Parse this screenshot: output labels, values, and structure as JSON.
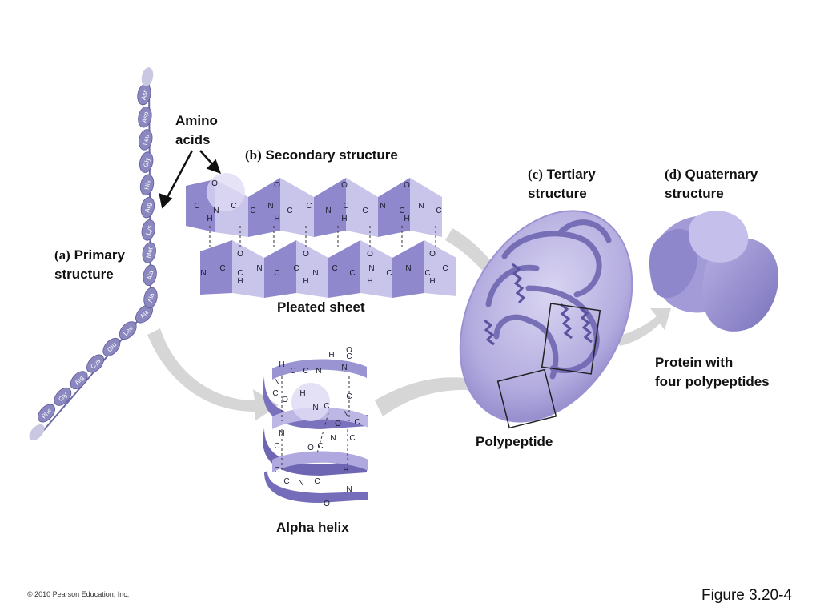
{
  "labels": {
    "amino_acids": [
      "Amino",
      "acids"
    ],
    "primary": {
      "letter": "a",
      "title": "Primary",
      "sub": "structure"
    },
    "secondary": {
      "letter": "b",
      "title": "Secondary structure"
    },
    "tertiary": {
      "letter": "c",
      "title": "Tertiary",
      "sub": "structure"
    },
    "quaternary": {
      "letter": "d",
      "title": "Quaternary",
      "sub": "structure"
    },
    "pleated_sheet": "Pleated sheet",
    "alpha_helix": "Alpha helix",
    "polypeptide": "Polypeptide",
    "protein": [
      "Protein with",
      "four polypeptides"
    ]
  },
  "amino_acid_chain": [
    "Phe",
    "Gly",
    "Arg",
    "Cys",
    "Glu",
    "Leu",
    "Ala",
    "Ala",
    "Ala",
    "Met",
    "Lys",
    "Arg",
    "His",
    "Gly",
    "Leu",
    "Asp",
    "Asn"
  ],
  "copyright": "© 2010 Pearson Education, Inc.",
  "figure_label": "Figure 3.20-4",
  "colors": {
    "protein": "#8f86c9",
    "protein_dark": "#6a62ae",
    "protein_light": "#c8c2ea",
    "arrow": "#d4d4d4",
    "bead": "#8b88c0"
  }
}
